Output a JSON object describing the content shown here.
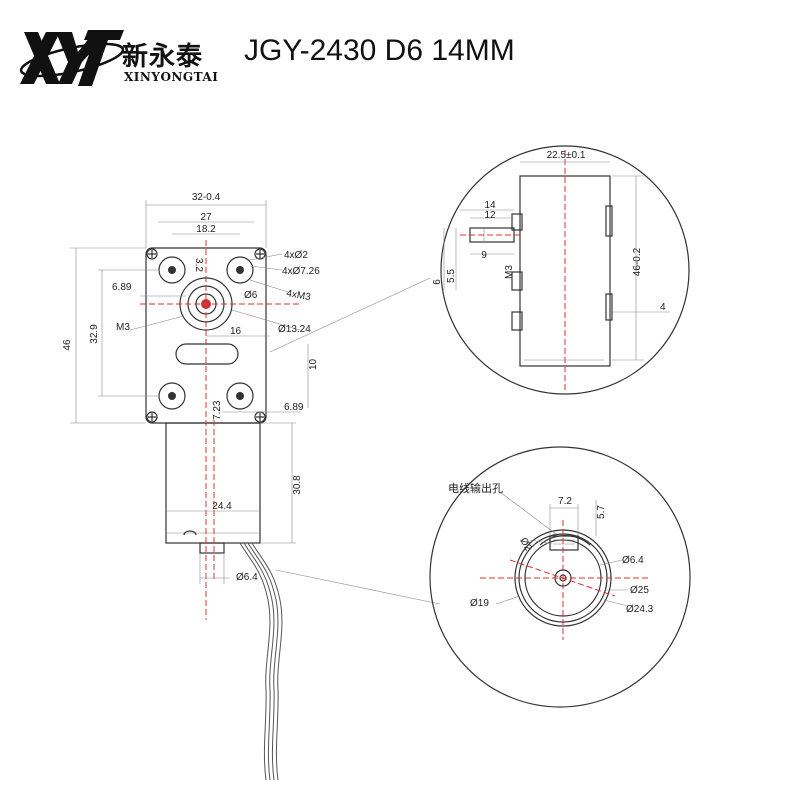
{
  "header": {
    "brand_cn": "新永泰",
    "brand_en": "XINYONGTAI",
    "title": "JGY-2430 D6 14MM"
  },
  "front_view": {
    "width_overall": "32-0.4",
    "hole_spacing": "27",
    "inner_spacing": "18.2",
    "small_dim": "3.2",
    "height_overall": "46",
    "hole_v_spacing": "32.9",
    "offset_left": "6.89",
    "thread_left": "M3",
    "offset_16": "16",
    "offset_bottom": "6.89",
    "center_v": "7.23",
    "slot_gap": "10",
    "holes_small": "4xØ2",
    "holes_large": "4xØ7.26",
    "holes_thread": "4xM3",
    "shaft_dia": "Ø6",
    "boss_dia": "Ø13.24"
  },
  "motor_view": {
    "length": "30.8",
    "diameter": "24.4",
    "shaft": "Ø6.4"
  },
  "side_detail": {
    "width": "22.5±0.1",
    "d14": "14",
    "d12": "12",
    "d9": "9",
    "d6": "6",
    "d5_5": "5.5",
    "thread": "M3",
    "height": "46-0.2",
    "d4": "4"
  },
  "bottom_detail": {
    "outlet_label": "电线输出孔",
    "d7_2": "7.2",
    "d5_7": "5.7",
    "d2": "Ø2",
    "d6_4": "Ø6.4",
    "d25": "Ø25",
    "d19": "Ø19",
    "d24_3": "Ø24.3"
  }
}
